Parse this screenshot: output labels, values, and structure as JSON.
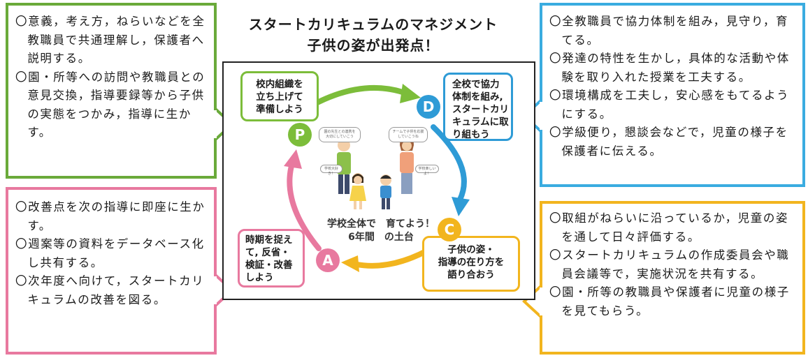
{
  "title": {
    "line1": "スタートカリキュラムのマネジメント",
    "line2": "子供の姿が出発点！"
  },
  "callouts": {
    "green": [
      "〇意義，考え方，ねらいなどを全教職員で共通理解し，保護者へ説明する。",
      "〇園・所等への訪問や教職員との意見交換，指導要録等から子供の実態をつかみ，指導に生かす。"
    ],
    "pink": [
      "〇改善点を次の指導に即座に生かす。",
      "〇週案等の資料をデータベース化し共有する。",
      "〇次年度へ向けて，スタートカリキュラムの改善を図る。"
    ],
    "blue": [
      "〇全教職員で協力体制を組み，見守り，育てる。",
      "〇発達の特性を生かし，具体的な活動や体験を取り入れた授業を工夫する。",
      "〇環境構成を工夫し，安心感をもてるようにする。",
      "〇学級便り，懇談会などで，児童の様子を保護者に伝える。"
    ],
    "gold": [
      "〇取組がねらいに沿っているか，児童の姿を通して日々評価する。",
      "〇スタートカリキュラムの作成委員会や職員会議等で，実施状況を共有する。",
      "〇園・所等の教職員や保護者に児童の様子を見てもらう。"
    ]
  },
  "cycle": {
    "p": {
      "letter": "P",
      "lines": [
        "校内組織を",
        "立ち上げて",
        "準備しよう"
      ]
    },
    "d": {
      "letter": "D",
      "lines": [
        "全校で協力",
        "体制を組み,",
        "スタートカリ",
        "キュラムに取",
        "り組もう"
      ]
    },
    "c": {
      "letter": "C",
      "lines": [
        "子供の姿・",
        "指導の在り方を",
        "語り合おう"
      ]
    },
    "a": {
      "letter": "A",
      "lines": [
        "時期を捉え",
        "て, 反省・",
        "検証・改善",
        "しよう"
      ]
    },
    "center": {
      "line1": "学校全体で　育てよう！",
      "line2": "6年間　の土台"
    },
    "bubbles": {
      "b1": [
        "園の先生との連携を",
        "大切にしていこう"
      ],
      "b2": [
        "チームで子供を応援",
        "していこうね"
      ],
      "b3": "学校大好き！",
      "b4": "学校楽しいよ！"
    }
  },
  "colors": {
    "green": "#6aaa3a",
    "pink": "#e8799f",
    "blue": "#3aace0",
    "gold": "#f2b51e",
    "p": "#7cbd3a",
    "d": "#2e9bd6"
  }
}
